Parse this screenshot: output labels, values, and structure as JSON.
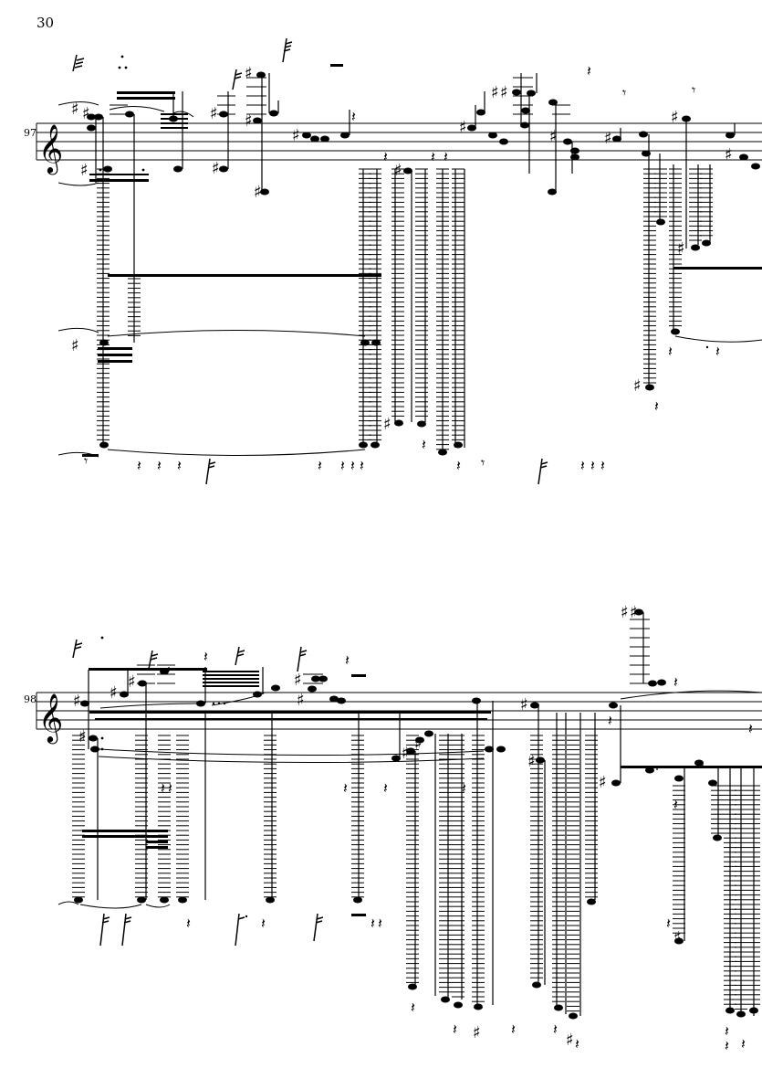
{
  "page": {
    "page_number": "30"
  },
  "systems": [
    {
      "measure_number": "97",
      "clef": "treble-clef-icon"
    },
    {
      "measure_number": "98",
      "clef": "treble-clef-icon"
    }
  ],
  "colors": {
    "ink": "#000000",
    "paper": "#ffffff"
  }
}
